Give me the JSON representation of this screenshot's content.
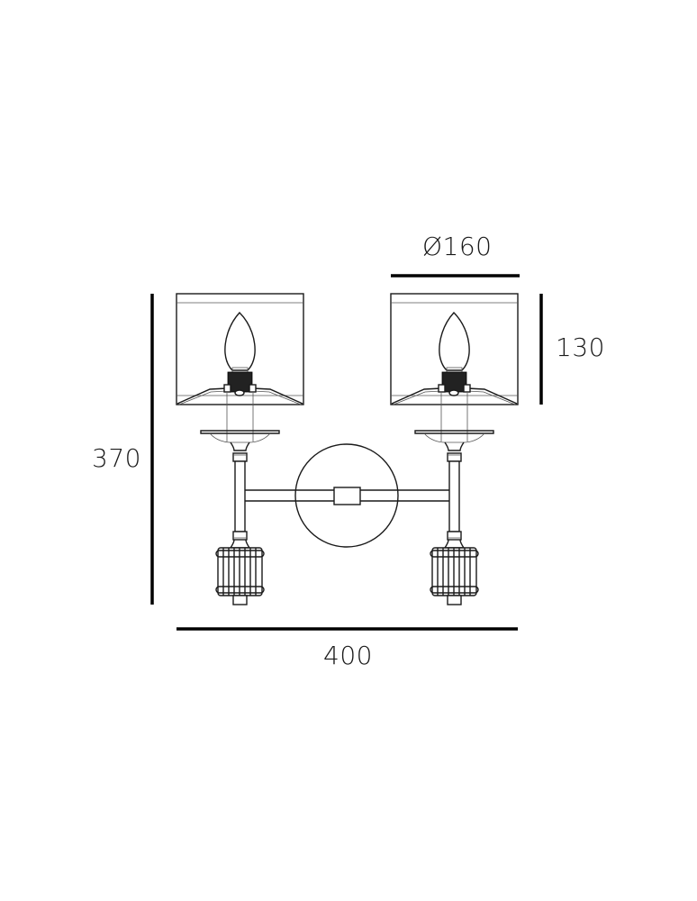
{
  "drawing": {
    "title": "Double wall lamp technical drawing",
    "units": "mm",
    "line_color": "#1a1a1a",
    "background": "#ffffff"
  },
  "dimensions": {
    "shade_diameter": {
      "label": "Ø160",
      "value": 160
    },
    "shade_height": {
      "label": "130",
      "value": 130
    },
    "total_height": {
      "label": "370",
      "value": 370
    },
    "total_width": {
      "label": "400",
      "value": 400
    }
  },
  "components": {
    "shades": 2,
    "bulbs": 2,
    "wall_plate": "round",
    "crystal_drops": 2
  }
}
